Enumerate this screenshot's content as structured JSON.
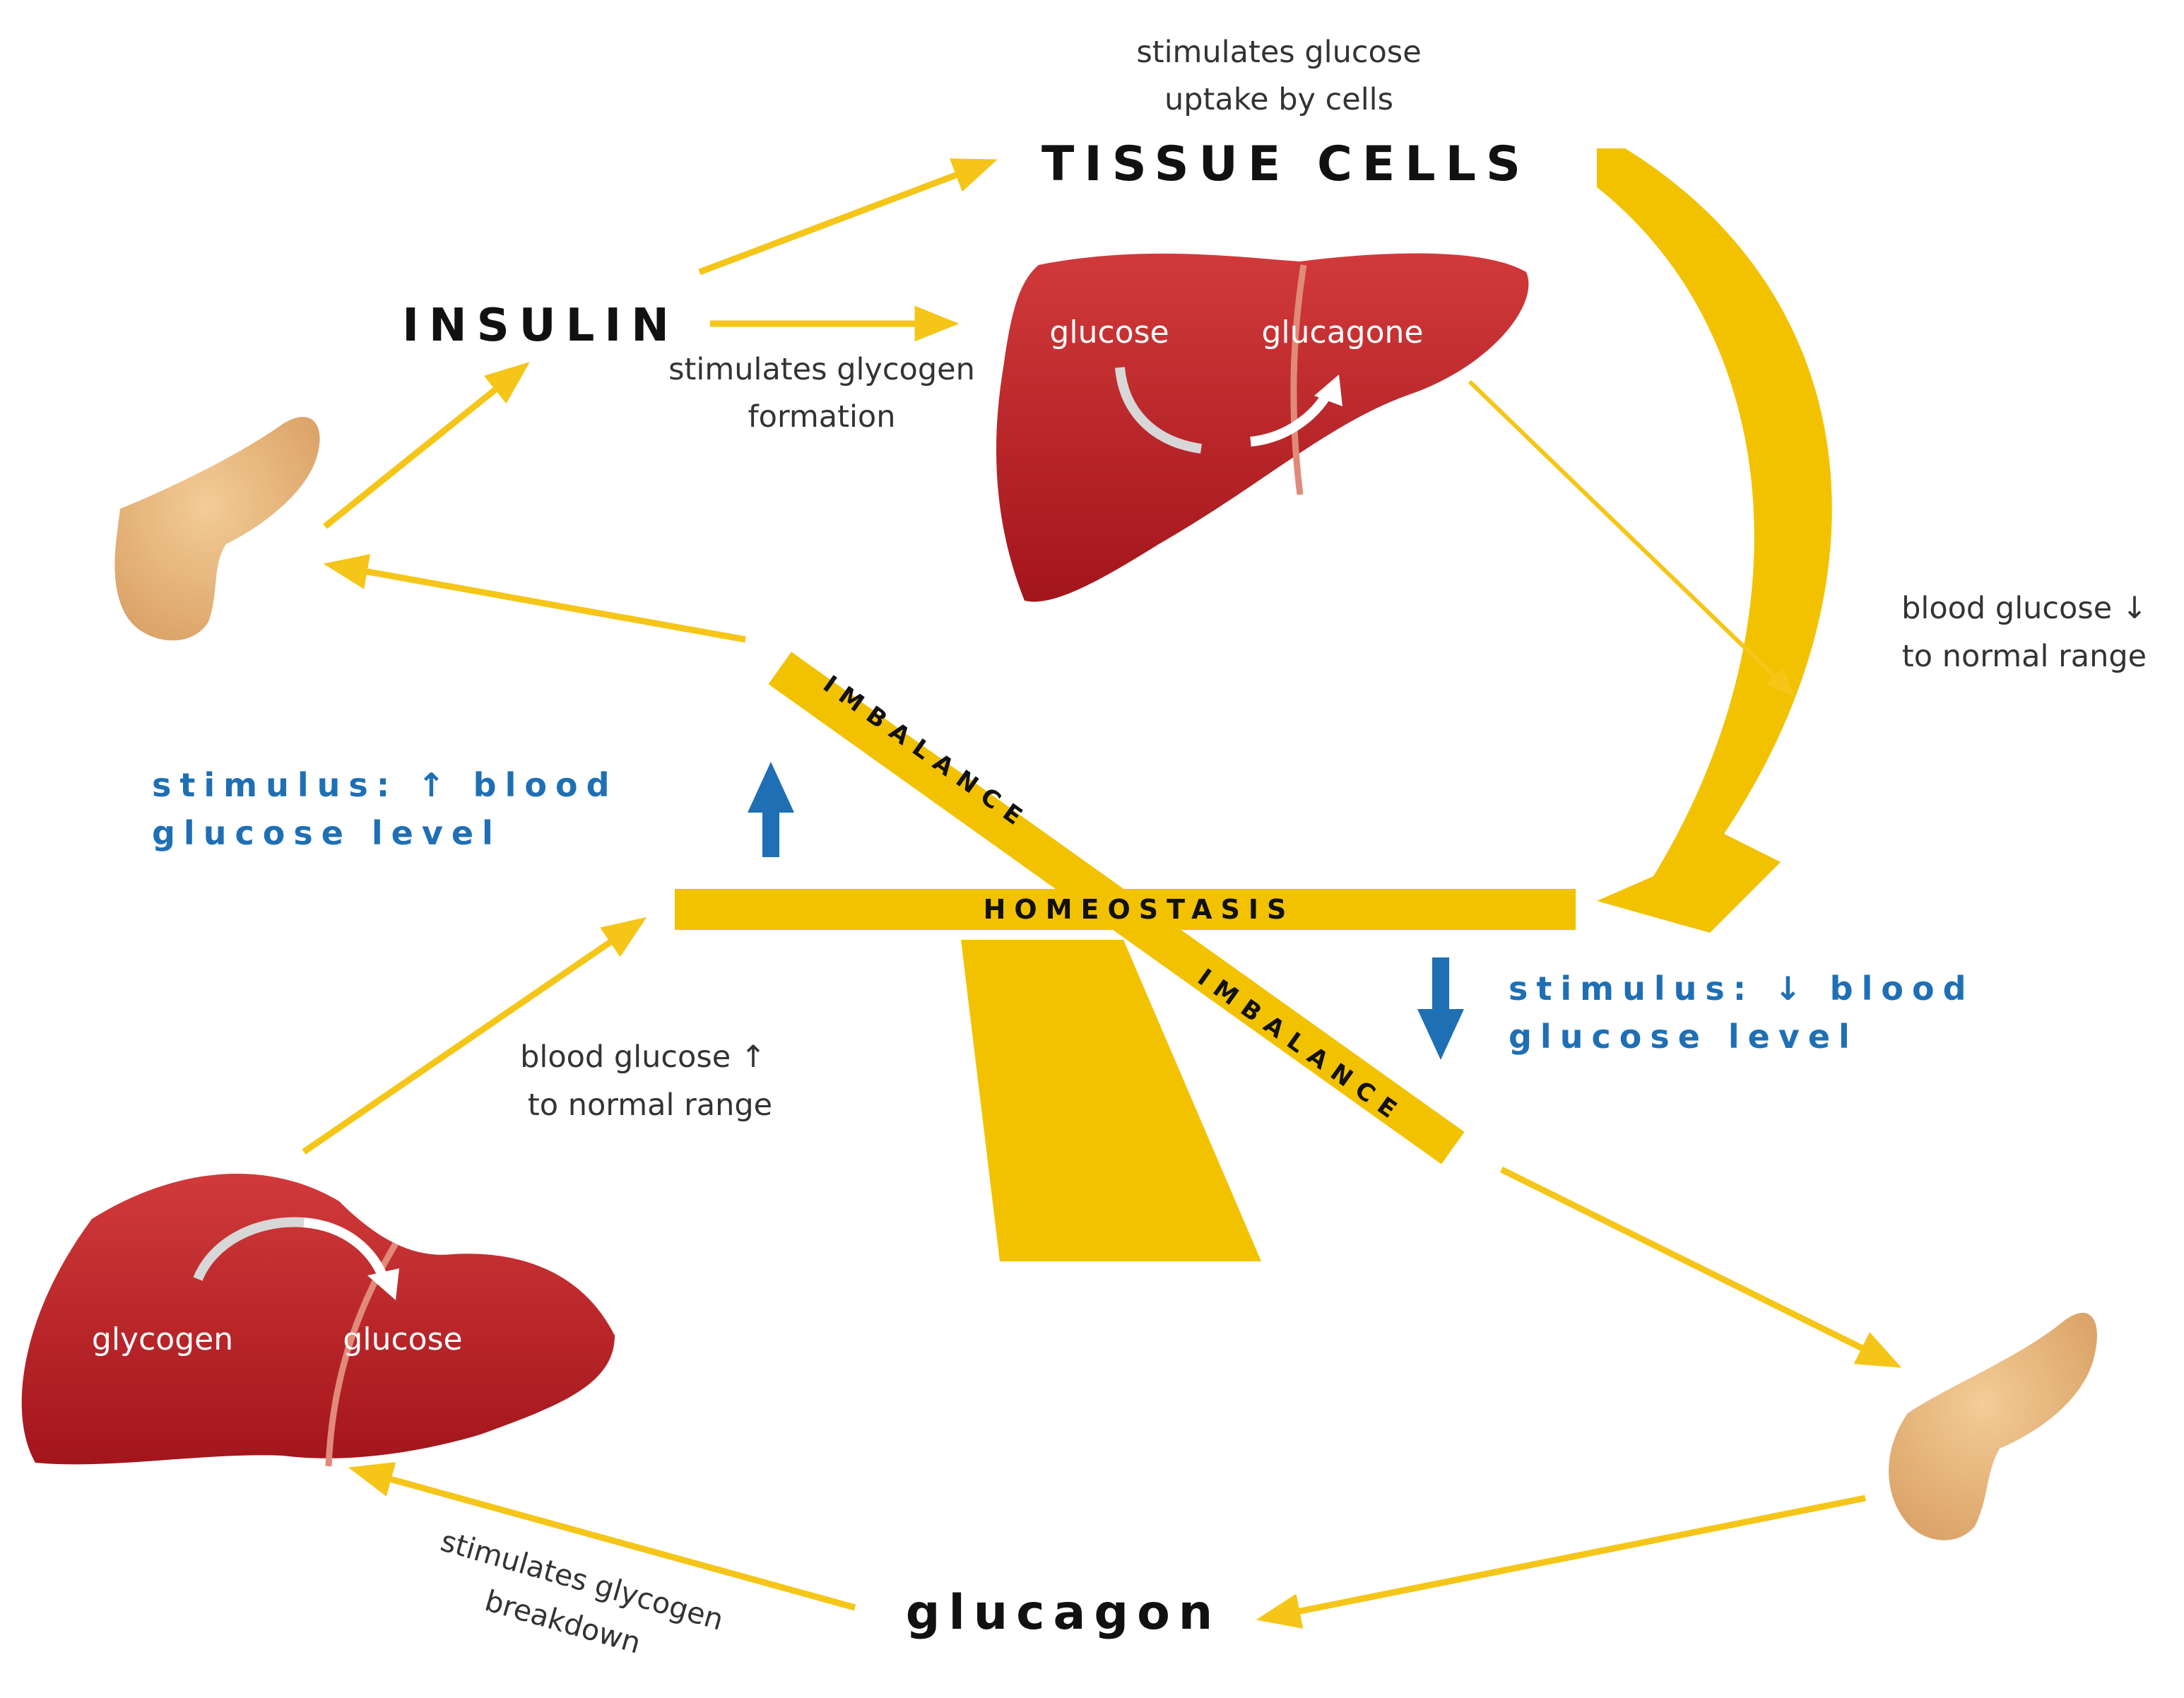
{
  "labels": {
    "tissue_cells": "TISSUE CELLS",
    "uptake_line1": "stimulates glucose",
    "uptake_line2": "uptake by cells",
    "insulin": "INSULIN",
    "glycogen_formation_line1": "stimulates glycogen",
    "glycogen_formation_line2": "formation",
    "liver_top_left": "glucose",
    "liver_top_right": "glucagone",
    "blood_down_line1": "blood glucose ↓",
    "blood_down_line2": "to normal range",
    "stimulus_up_line1": "stimulus: ↑ blood",
    "stimulus_up_line2": "glucose level",
    "imbalance_top": "IMBALANCE",
    "homeostasis": "HOMEOSTASIS",
    "imbalance_bottom": "IMBALANCE",
    "stimulus_down_line1": "stimulus: ↓ blood",
    "stimulus_down_line2": "glucose level",
    "blood_up_line1": "blood glucose ↑",
    "blood_up_line2": "to normal range",
    "liver_bottom_left": "glycogen",
    "liver_bottom_right": "glucose",
    "breakdown_line1": "stimulates glycogen",
    "breakdown_line2": "breakdown",
    "glucagon": "glucagon"
  },
  "colors": {
    "arrow": "#f5c518",
    "scale": "#f2c200",
    "liver": "#c1272d",
    "pancreas": "#e9b87c",
    "stimulus_text": "#1f6fb5",
    "body_text": "#333333"
  }
}
